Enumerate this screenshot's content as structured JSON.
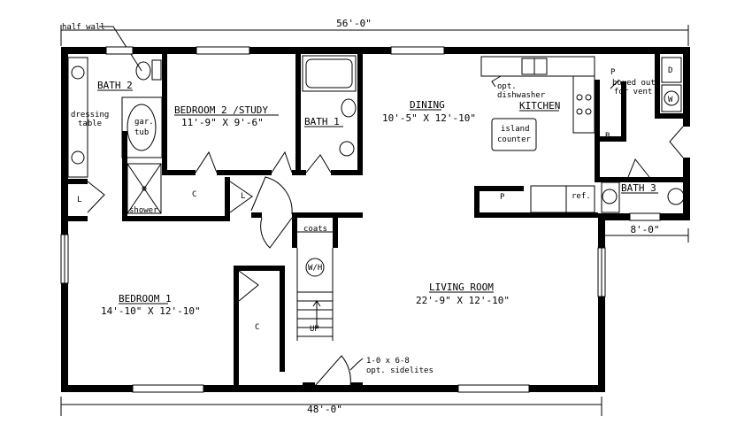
{
  "dimensions": {
    "overall_width": "56'-0\"",
    "lower_width": "48'-0\"",
    "bath3_width": "8'-0\""
  },
  "annotations": {
    "half_wall": "half wall",
    "opt_dishwasher_1": "opt.",
    "opt_dishwasher_2": "dishwasher",
    "boxed_out_1": "boxed out",
    "boxed_out_2": "for vent",
    "door_spec_1": "1-0 x 6-8",
    "door_spec_2": "opt. sidelites"
  },
  "rooms": {
    "bath2": {
      "name": "BATH 2"
    },
    "dressing": {
      "line1": "dressing",
      "line2": "table"
    },
    "gar_tub": {
      "line1": "gar.",
      "line2": "tub"
    },
    "shower": {
      "name": "shower"
    },
    "bedroom2": {
      "name": "BEDROOM 2 /STUDY",
      "size": "11'-9\" X 9'-6\""
    },
    "bath1": {
      "name": "BATH 1"
    },
    "dining": {
      "name": "DINING",
      "size": "10'-5\" X 12'-10\""
    },
    "kitchen": {
      "name": "KITCHEN"
    },
    "island": {
      "line1": "island",
      "line2": "counter"
    },
    "bath3": {
      "name": "BATH 3"
    },
    "bedroom1": {
      "name": "BEDROOM 1",
      "size": "14'-10\" X 12'-10\""
    },
    "living": {
      "name": "LIVING ROOM",
      "size": "22'-9\" X 12'-10\""
    },
    "coats": {
      "name": "coats"
    },
    "stairs_up": {
      "name": "UP"
    },
    "water_heater": {
      "name": "W/H"
    }
  },
  "labels": {
    "closet_b2": "C",
    "closet_b1": "C",
    "linen_left": "L",
    "linen_mid": "L",
    "pantry_top": "P",
    "pantry_bottom": "P",
    "fridge": "ref.",
    "dryer": "D",
    "washer": "W",
    "bath_b": "B"
  }
}
